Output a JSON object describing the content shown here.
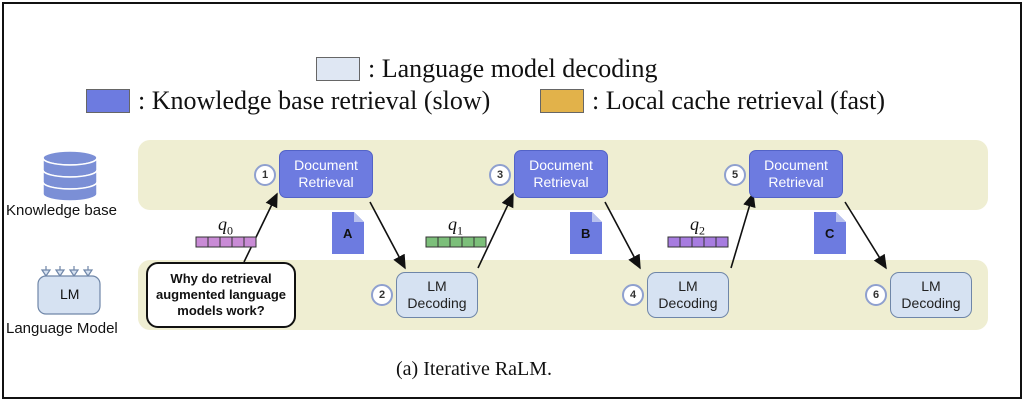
{
  "legend": {
    "lm_decoding": {
      "label": ": Language model decoding",
      "color": "#dfe7f3"
    },
    "kb_retrieval": {
      "label": ": Knowledge base retrieval (slow)",
      "color": "#6d7be0"
    },
    "cache_retrieval": {
      "label": ": Local cache retrieval (fast)",
      "color": "#e2b24a"
    }
  },
  "actors": {
    "knowledge_base": "Knowledge base",
    "lm_icon": "LM",
    "language_model": "Language Model"
  },
  "question": "Why do retrieval augmented language models work?",
  "steps": [
    {
      "number": "1",
      "label": "Document Retrieval",
      "kind": "retrieval"
    },
    {
      "number": "2",
      "label": "LM Decoding",
      "kind": "decoding"
    },
    {
      "number": "3",
      "label": "Document Retrieval",
      "kind": "retrieval"
    },
    {
      "number": "4",
      "label": "LM Decoding",
      "kind": "decoding"
    },
    {
      "number": "5",
      "label": "Document Retrieval",
      "kind": "retrieval"
    },
    {
      "number": "6",
      "label": "LM Decoding",
      "kind": "decoding"
    }
  ],
  "documents": [
    "A",
    "B",
    "C"
  ],
  "queries": [
    {
      "symbol": "q",
      "index": "0",
      "color": "#c98bd6"
    },
    {
      "symbol": "q",
      "index": "1",
      "color": "#7cbf7a"
    },
    {
      "symbol": "q",
      "index": "2",
      "color": "#a77ce0"
    }
  ],
  "caption": "(a) Iterative RaLM."
}
